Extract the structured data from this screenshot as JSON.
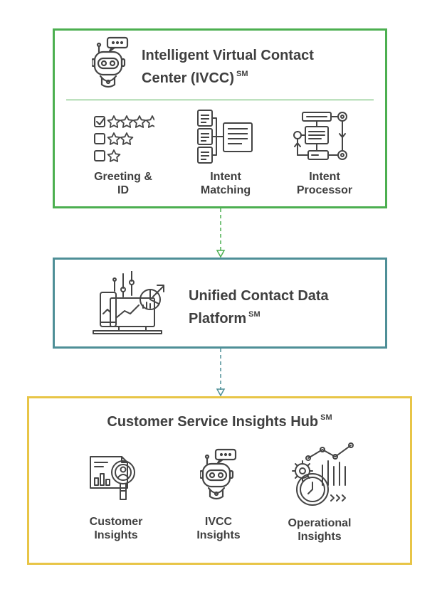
{
  "ivcc": {
    "title_line1": "Intelligent Virtual Contact",
    "title_line2": "Center (IVCC)",
    "mark": "SM",
    "items": [
      {
        "line1": "Greeting &",
        "line2": "ID",
        "icon": "rating-checklist-icon"
      },
      {
        "line1": "Intent",
        "line2": "Matching",
        "icon": "document-matching-icon"
      },
      {
        "line1": "Intent",
        "line2": "Processor",
        "icon": "flowchart-process-icon"
      }
    ],
    "icon": "robot-chat-icon"
  },
  "ucdp": {
    "title_line1": "Unified Contact Data",
    "title_line2": "Platform",
    "mark": "SM",
    "icon": "analytics-devices-icon"
  },
  "cs": {
    "title": "Customer Service Insights Hub",
    "mark": "SM",
    "items": [
      {
        "line1": "Customer",
        "line2": "Insights",
        "icon": "customer-search-report-icon"
      },
      {
        "line1": "IVCC",
        "line2": "Insights",
        "icon": "robot-chat-icon"
      },
      {
        "line1": "Operational",
        "line2": "Insights",
        "icon": "gear-clock-chart-icon"
      }
    ]
  },
  "colors": {
    "ivcc_border": "#4caf50",
    "ucdp_border": "#4e8f97",
    "cs_border": "#e8c547",
    "text": "#3f3f3f"
  }
}
